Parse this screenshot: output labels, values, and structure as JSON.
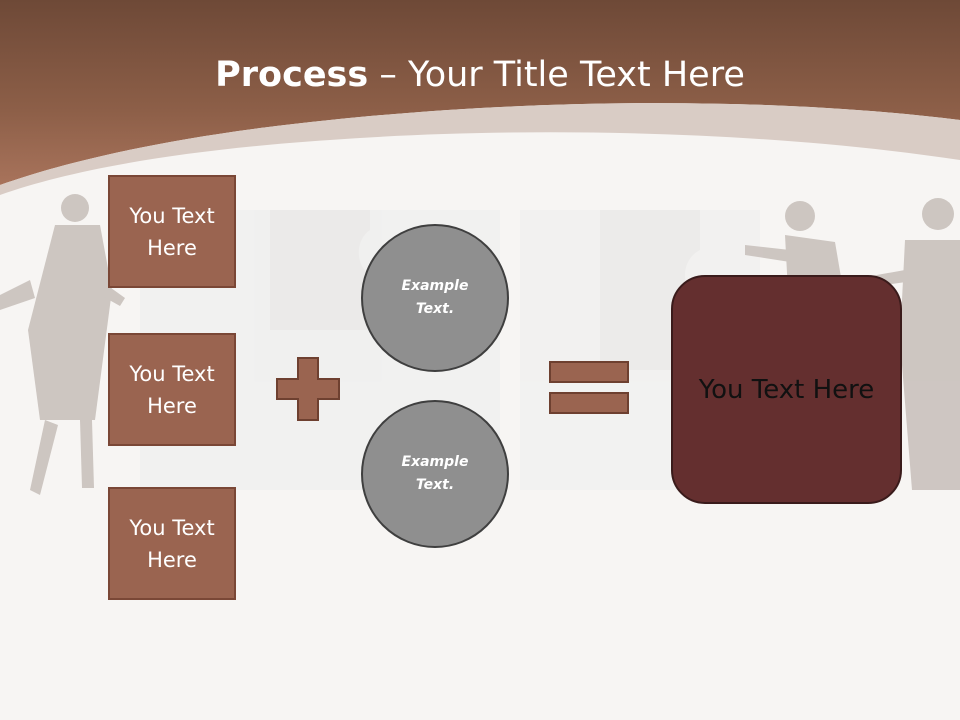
{
  "slide": {
    "title_bold": "Process",
    "title_rest": " – Your Title Text Here"
  },
  "boxes": [
    {
      "label": "You Text Here"
    },
    {
      "label": "You Text Here"
    },
    {
      "label": "You Text Here"
    }
  ],
  "circles": [
    {
      "label": "Example Text."
    },
    {
      "label": "Example Text."
    }
  ],
  "result": {
    "label": "You Text Here"
  },
  "colors": {
    "header_brown": "#8b5a44",
    "box_fill": "#9a6450",
    "circle_fill": "#8f8f8f",
    "result_fill": "#642f2f"
  },
  "icons": [
    "plus-icon",
    "equals-icon"
  ]
}
